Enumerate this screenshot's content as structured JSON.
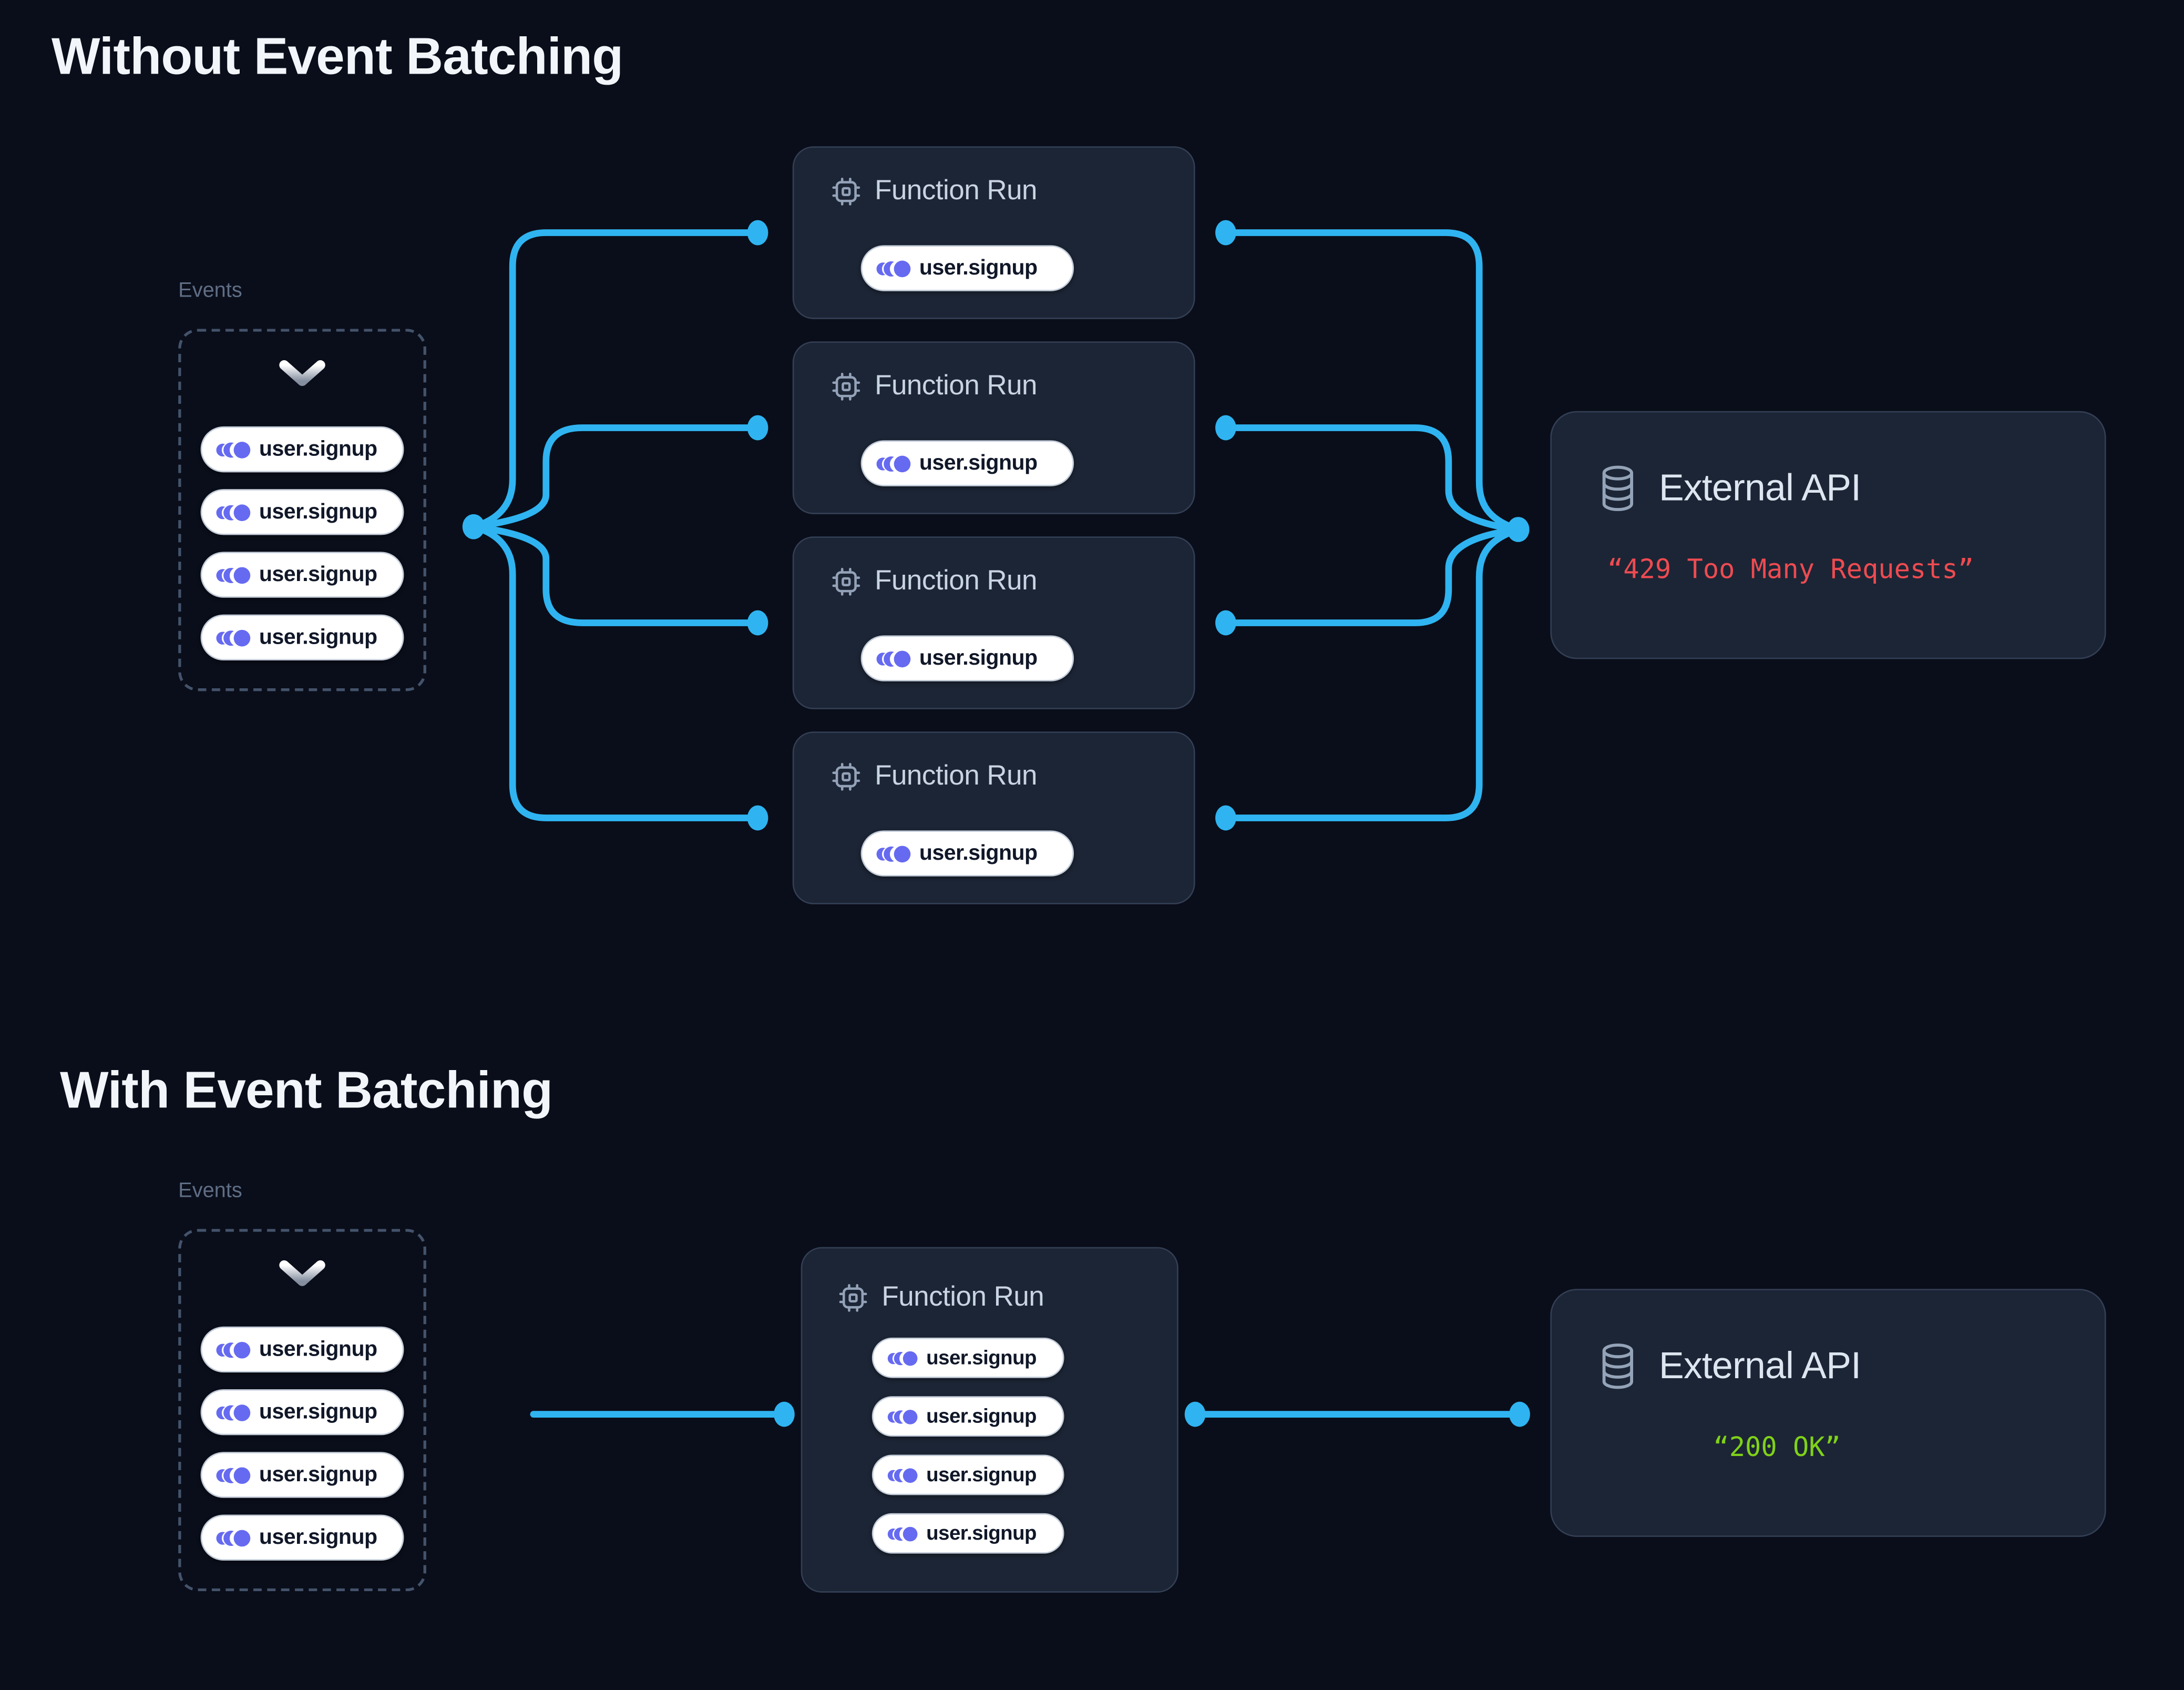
{
  "colors": {
    "accent_blue": "#2fb4f1",
    "event_purple": "#666af0",
    "error_red": "#ee4b51",
    "success_green": "#7fd218"
  },
  "sections": [
    {
      "title": "Without Event Batching",
      "events": {
        "label": "Events",
        "pills": [
          "user.signup",
          "user.signup",
          "user.signup",
          "user.signup"
        ]
      },
      "function_runs": [
        {
          "title": "Function Run",
          "pills": [
            "user.signup"
          ]
        },
        {
          "title": "Function Run",
          "pills": [
            "user.signup"
          ]
        },
        {
          "title": "Function Run",
          "pills": [
            "user.signup"
          ]
        },
        {
          "title": "Function Run",
          "pills": [
            "user.signup"
          ]
        }
      ],
      "external_api": {
        "title": "External API",
        "response": "“429 Too Many Requests”",
        "response_color": "#ee4b51"
      }
    },
    {
      "title": "With Event Batching",
      "events": {
        "label": "Events",
        "pills": [
          "user.signup",
          "user.signup",
          "user.signup",
          "user.signup"
        ]
      },
      "function_runs": [
        {
          "title": "Function Run",
          "pills": [
            "user.signup",
            "user.signup",
            "user.signup",
            "user.signup"
          ]
        }
      ],
      "external_api": {
        "title": "External API",
        "response": "“200 OK”",
        "response_color": "#7fd218"
      }
    }
  ]
}
